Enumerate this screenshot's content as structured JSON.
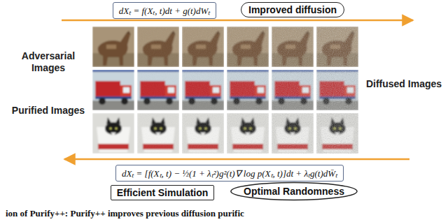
{
  "diagram": {
    "caption": "ion of Purify++: Purify++ improves previous diffusion purific",
    "nodes": [
      {
        "text": [
          "dXₜ = f(Xₜ, t)dt + g(t)dWₜ"
        ]
      },
      {
        "text": [
          "Improved diffusion"
        ]
      },
      {
        "text": [
          "dXₜ = [f(Xₜ, t) − ½(1 + λₜ²)g²(t)∇ log p(Xₜ, t)]dt + λₜg(t)dW̄ₜ"
        ]
      },
      {
        "text": [
          "Efficient Simulation"
        ]
      },
      {
        "text": [
          "Optimal Randomness"
        ]
      }
    ],
    "labels": [
      "Adversarial Images",
      "Diffused Images",
      "Purified Images"
    ]
  }
}
